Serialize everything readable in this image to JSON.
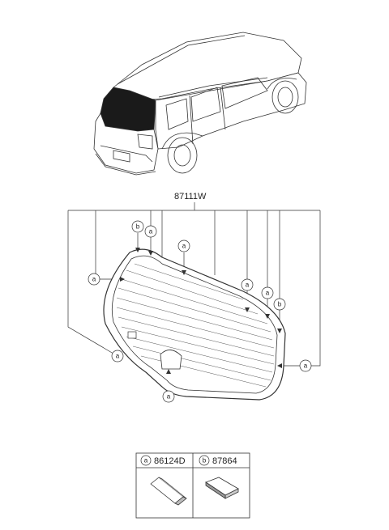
{
  "main_part": {
    "number": "87111W"
  },
  "callout_letters": {
    "a": "a",
    "b": "b"
  },
  "legend": [
    {
      "letter": "a",
      "part_number": "86124D"
    },
    {
      "letter": "b",
      "part_number": "87864"
    }
  ]
}
